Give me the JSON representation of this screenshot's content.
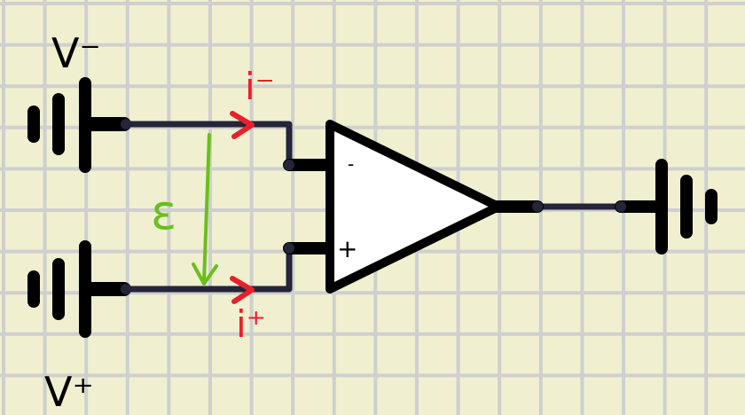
{
  "colors": {
    "background": "#f0f0d0",
    "grid": "#cfcfcf",
    "wire": "#25253a",
    "battery": "#000000",
    "current_annotation": "#e8202a",
    "voltage_annotation": "#6abf1c",
    "opamp_fill": "#ffffff"
  },
  "labels": {
    "v_minus": "V⁻",
    "v_plus": "V⁺",
    "i_minus": "i⁻",
    "i_plus": "i⁺",
    "epsilon": "ε",
    "inverting_input": "-",
    "noninverting_input": "+"
  },
  "icons": {
    "battery_left_top": "battery-icon",
    "battery_left_bottom": "battery-icon",
    "ground_right": "ground-icon"
  }
}
